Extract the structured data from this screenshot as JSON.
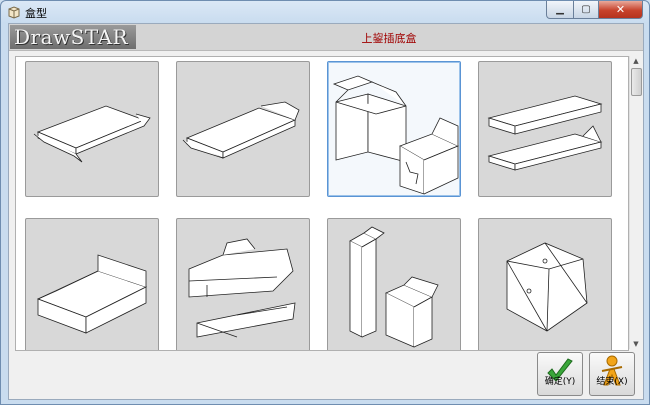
{
  "window": {
    "title": "盒型"
  },
  "header": {
    "logo": "DrawSTAR",
    "title": "上鋆插底盒"
  },
  "icons": {
    "title": "box-window-icon",
    "minimize": "minimize-icon",
    "maximize": "maximize-icon",
    "close": "close-icon",
    "confirm": "green-check-icon",
    "exit": "exit-person-icon"
  },
  "colors": {
    "header_title": "#a00000",
    "selected_border": "#5a94d4",
    "thumb_bg": "#d8d8d8"
  },
  "gallery": {
    "items": [
      {
        "icon": "flat-tuck-box-icon",
        "selected": false
      },
      {
        "icon": "flat-tuck-box-variant-icon",
        "selected": false
      },
      {
        "icon": "lock-bottom-box-icon",
        "selected": true
      },
      {
        "icon": "sleeve-tray-box-icon",
        "selected": false
      },
      {
        "icon": "open-tray-box-icon",
        "selected": false
      },
      {
        "icon": "envelope-fold-box-icon",
        "selected": false
      },
      {
        "icon": "tall-tuck-box-icon",
        "selected": false
      },
      {
        "icon": "pillow-cube-box-icon",
        "selected": false
      }
    ]
  },
  "buttons": {
    "confirm": "确定(Y)",
    "exit": "结束(X)"
  }
}
